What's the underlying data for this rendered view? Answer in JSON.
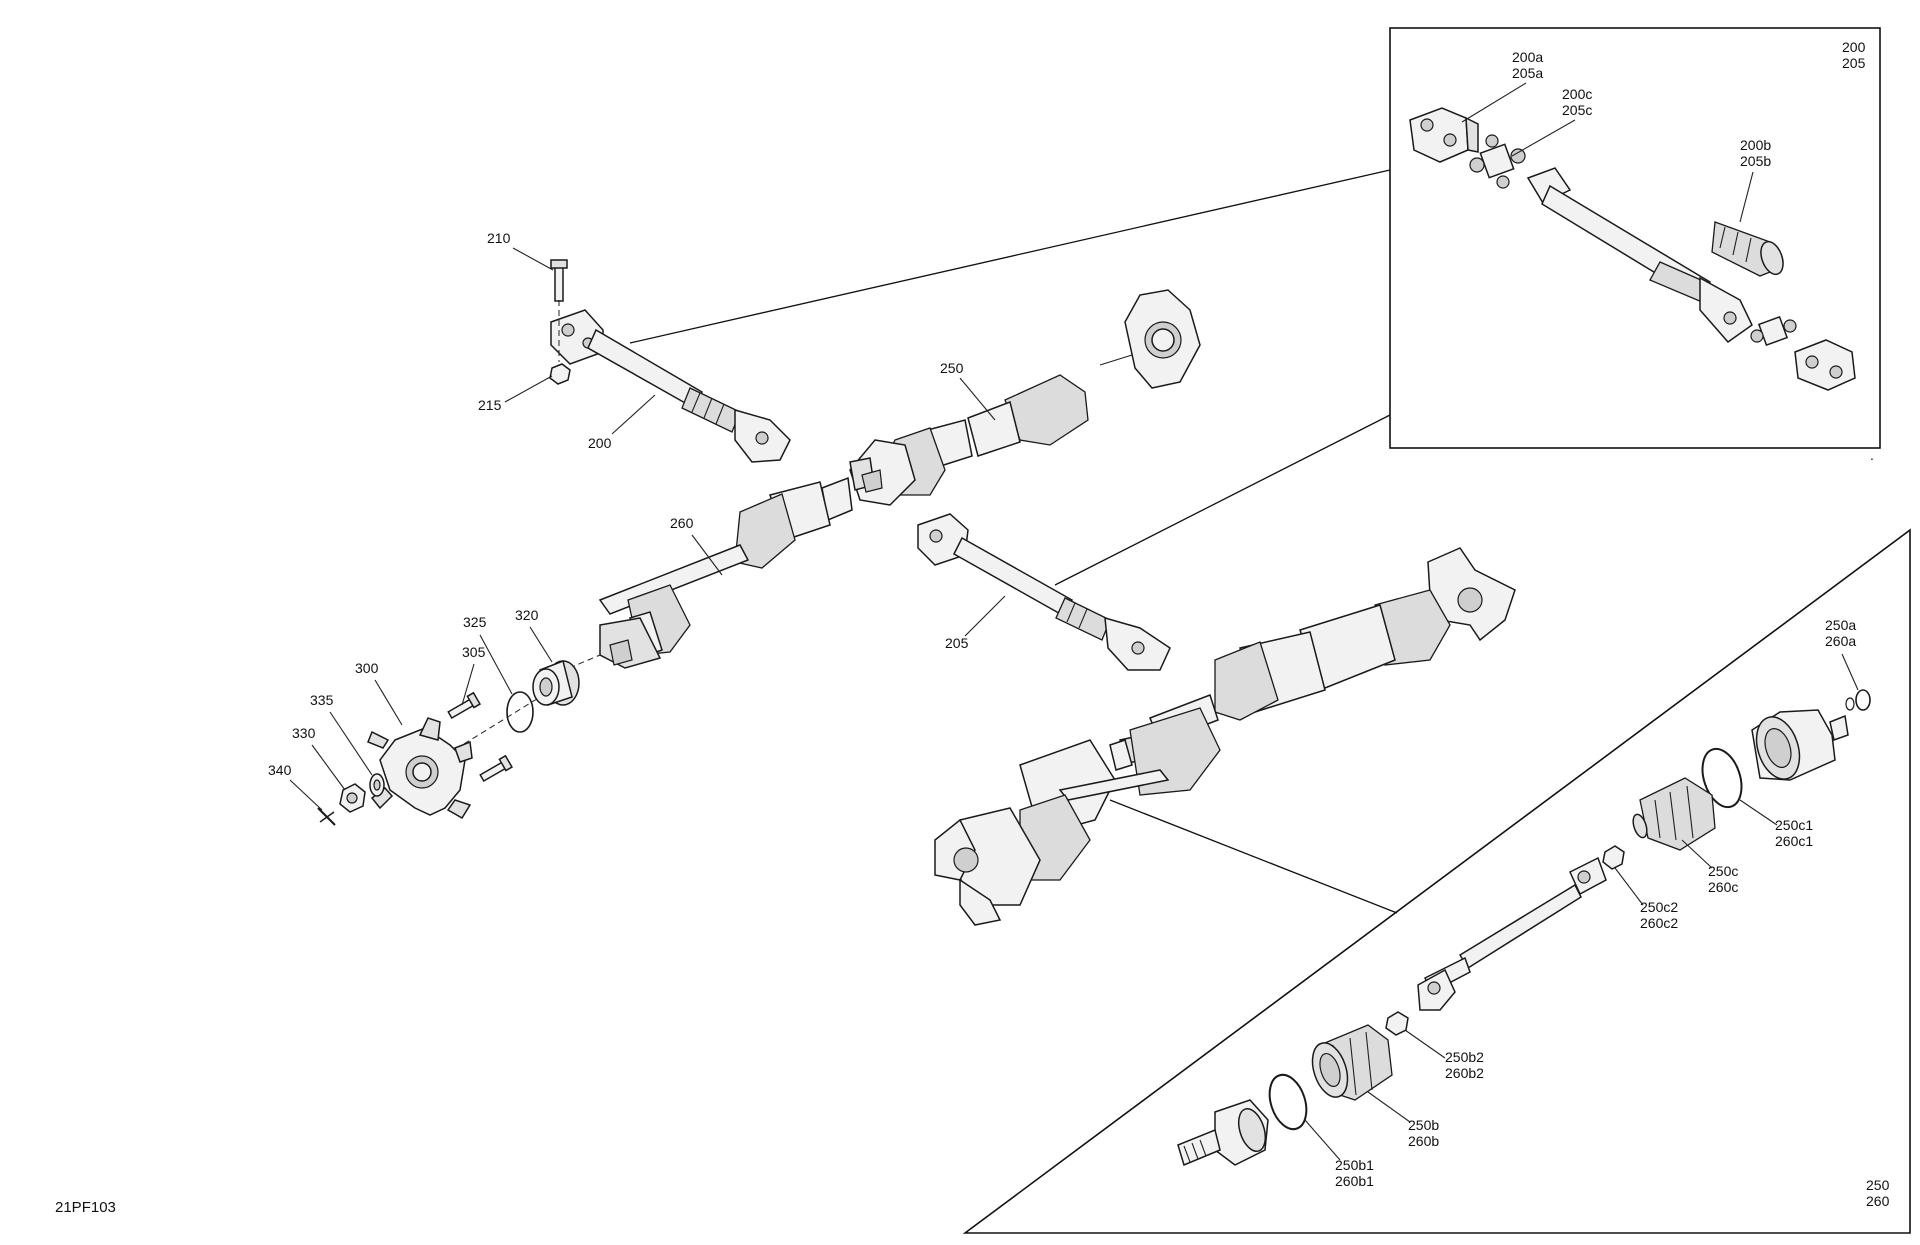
{
  "figure_code": "21PF103",
  "callouts": {
    "c210": "210",
    "c215": "215",
    "c200": "200",
    "c250": "250",
    "c260": "260",
    "c205": "205",
    "c325": "325",
    "c320": "320",
    "c305": "305",
    "c300": "300",
    "c335": "335",
    "c330": "330",
    "c340": "340"
  },
  "inset_top": {
    "ref_lines": [
      "200",
      "205"
    ],
    "c200a": [
      "200a",
      "205a"
    ],
    "c200c": [
      "200c",
      "205c"
    ],
    "c200b": [
      "200b",
      "205b"
    ]
  },
  "inset_bottom": {
    "ref_lines": [
      "250",
      "260"
    ],
    "c250a": [
      "250a",
      "260a"
    ],
    "c250c1": [
      "250c1",
      "260c1"
    ],
    "c250c": [
      "250c",
      "260c"
    ],
    "c250c2": [
      "250c2",
      "260c2"
    ],
    "c250b2": [
      "250b2",
      "260b2"
    ],
    "c250b": [
      "250b",
      "260b"
    ],
    "c250b1": [
      "250b1",
      "260b1"
    ]
  },
  "colors": {
    "line": "#1a1a1a",
    "background": "#ffffff",
    "part_fill": "#f2f2f2"
  }
}
